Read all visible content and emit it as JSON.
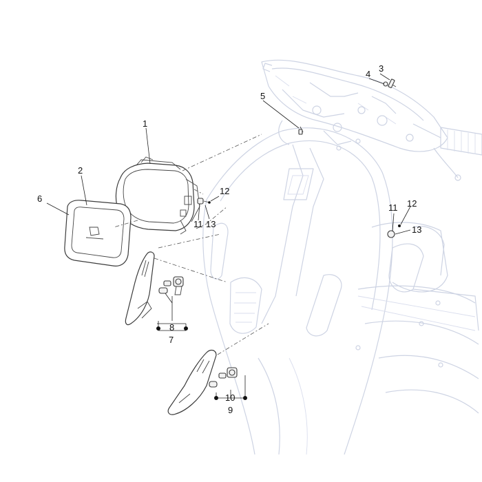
{
  "callouts": {
    "c1": "1",
    "c2": "2",
    "c3": "3",
    "c4": "4",
    "c5": "5",
    "c6": "6",
    "c7": "7",
    "c8": "8",
    "c9": "9",
    "c10": "10",
    "c11a": "11",
    "c11b": "11",
    "c12a": "12",
    "c12b": "12",
    "c13a": "13",
    "c13b": "13"
  }
}
